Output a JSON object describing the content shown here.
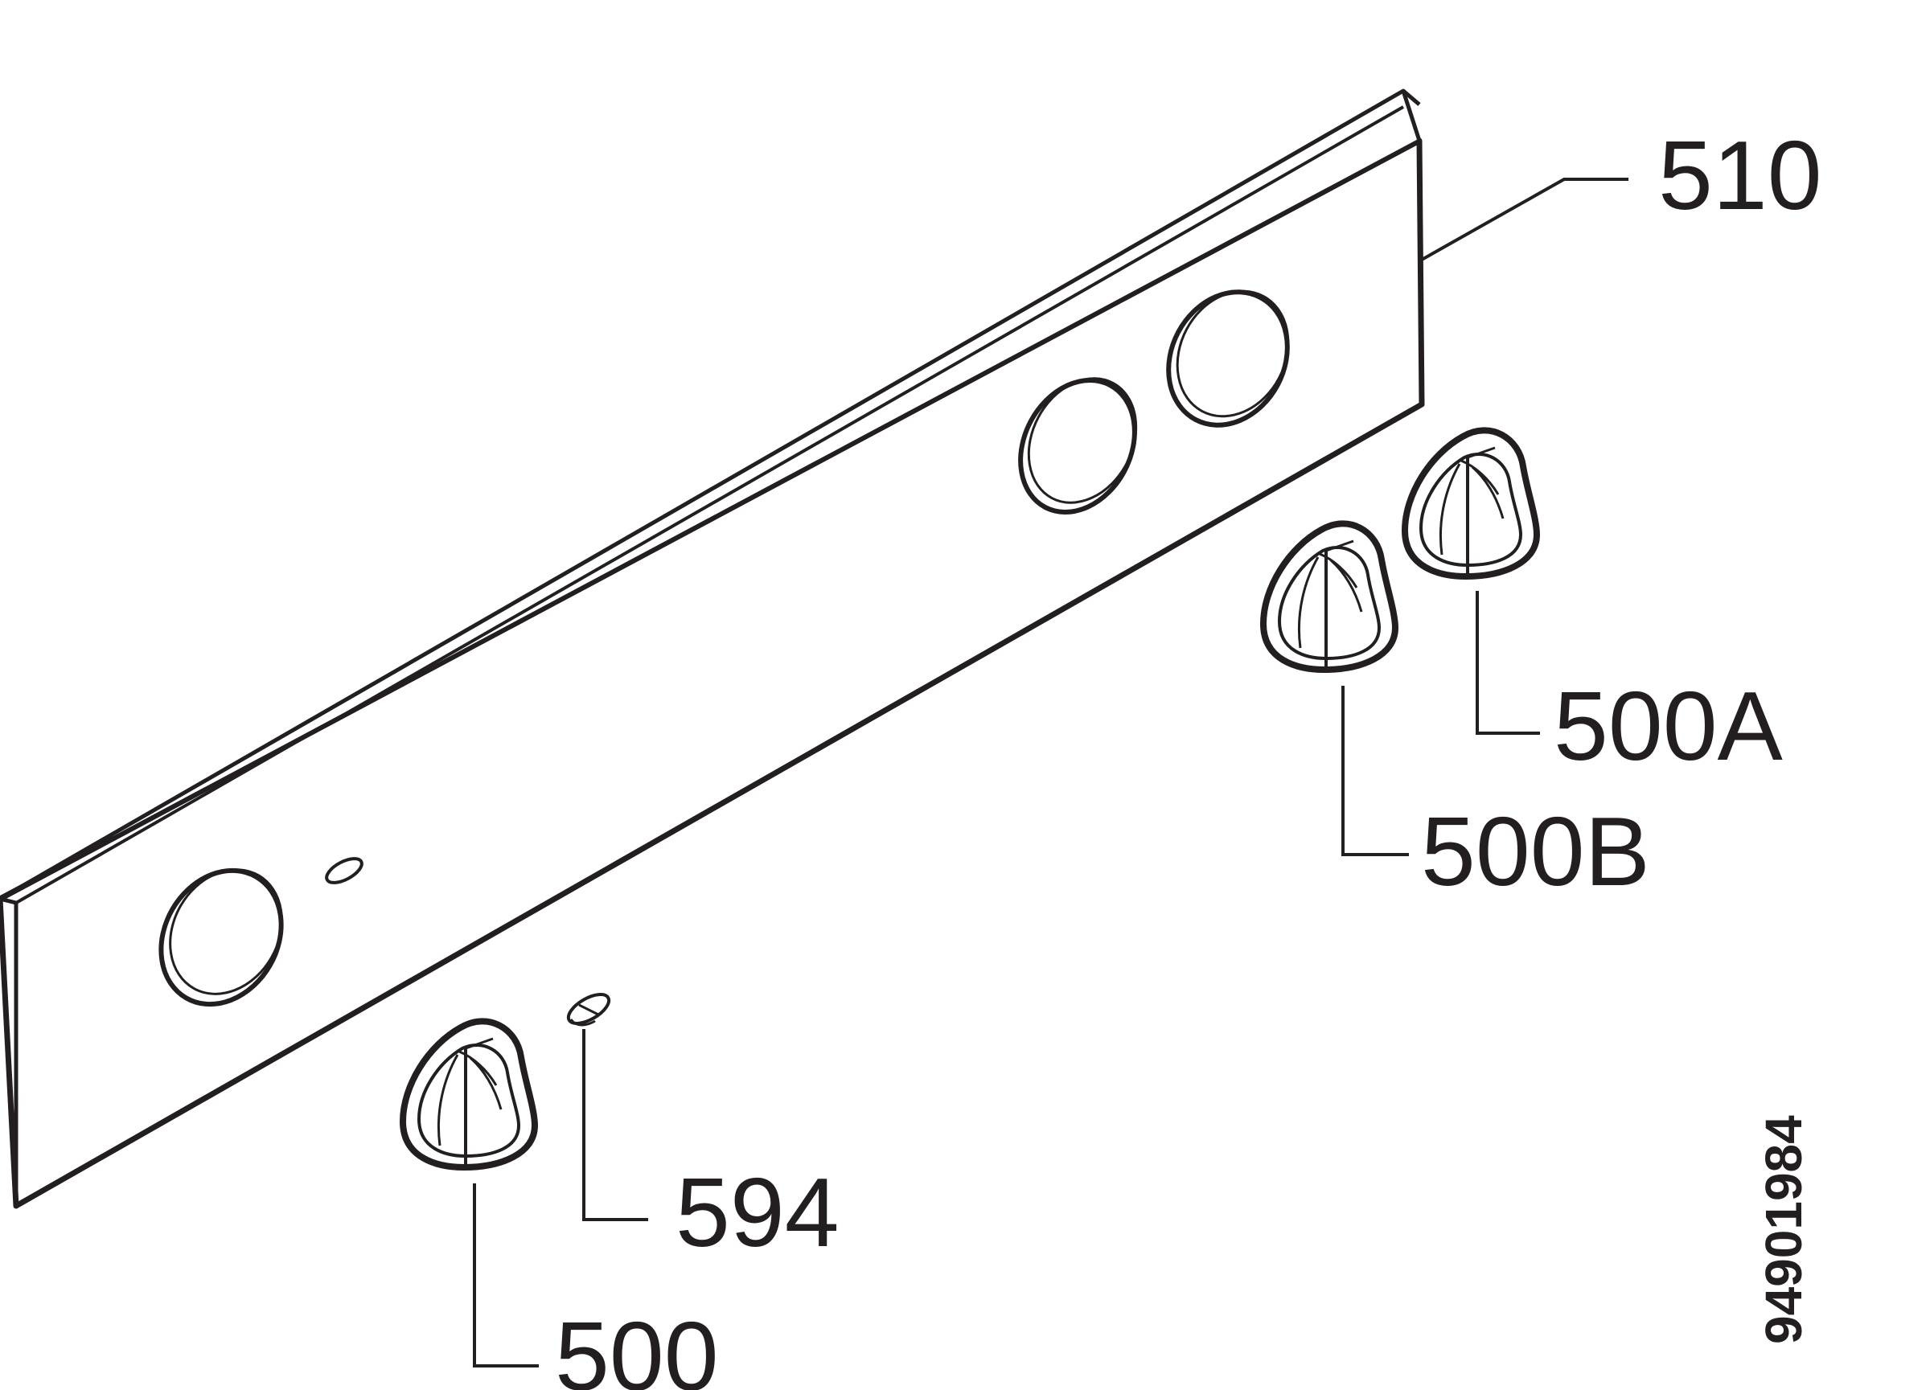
{
  "diagram": {
    "labels": {
      "panel": "510",
      "knob_right": "500A",
      "knob_middle": "500B",
      "indicator": "594",
      "knob_left": "500"
    },
    "reference_number": "94901984",
    "colors": {
      "ink": "#231f20",
      "background": "#ffffff"
    }
  }
}
